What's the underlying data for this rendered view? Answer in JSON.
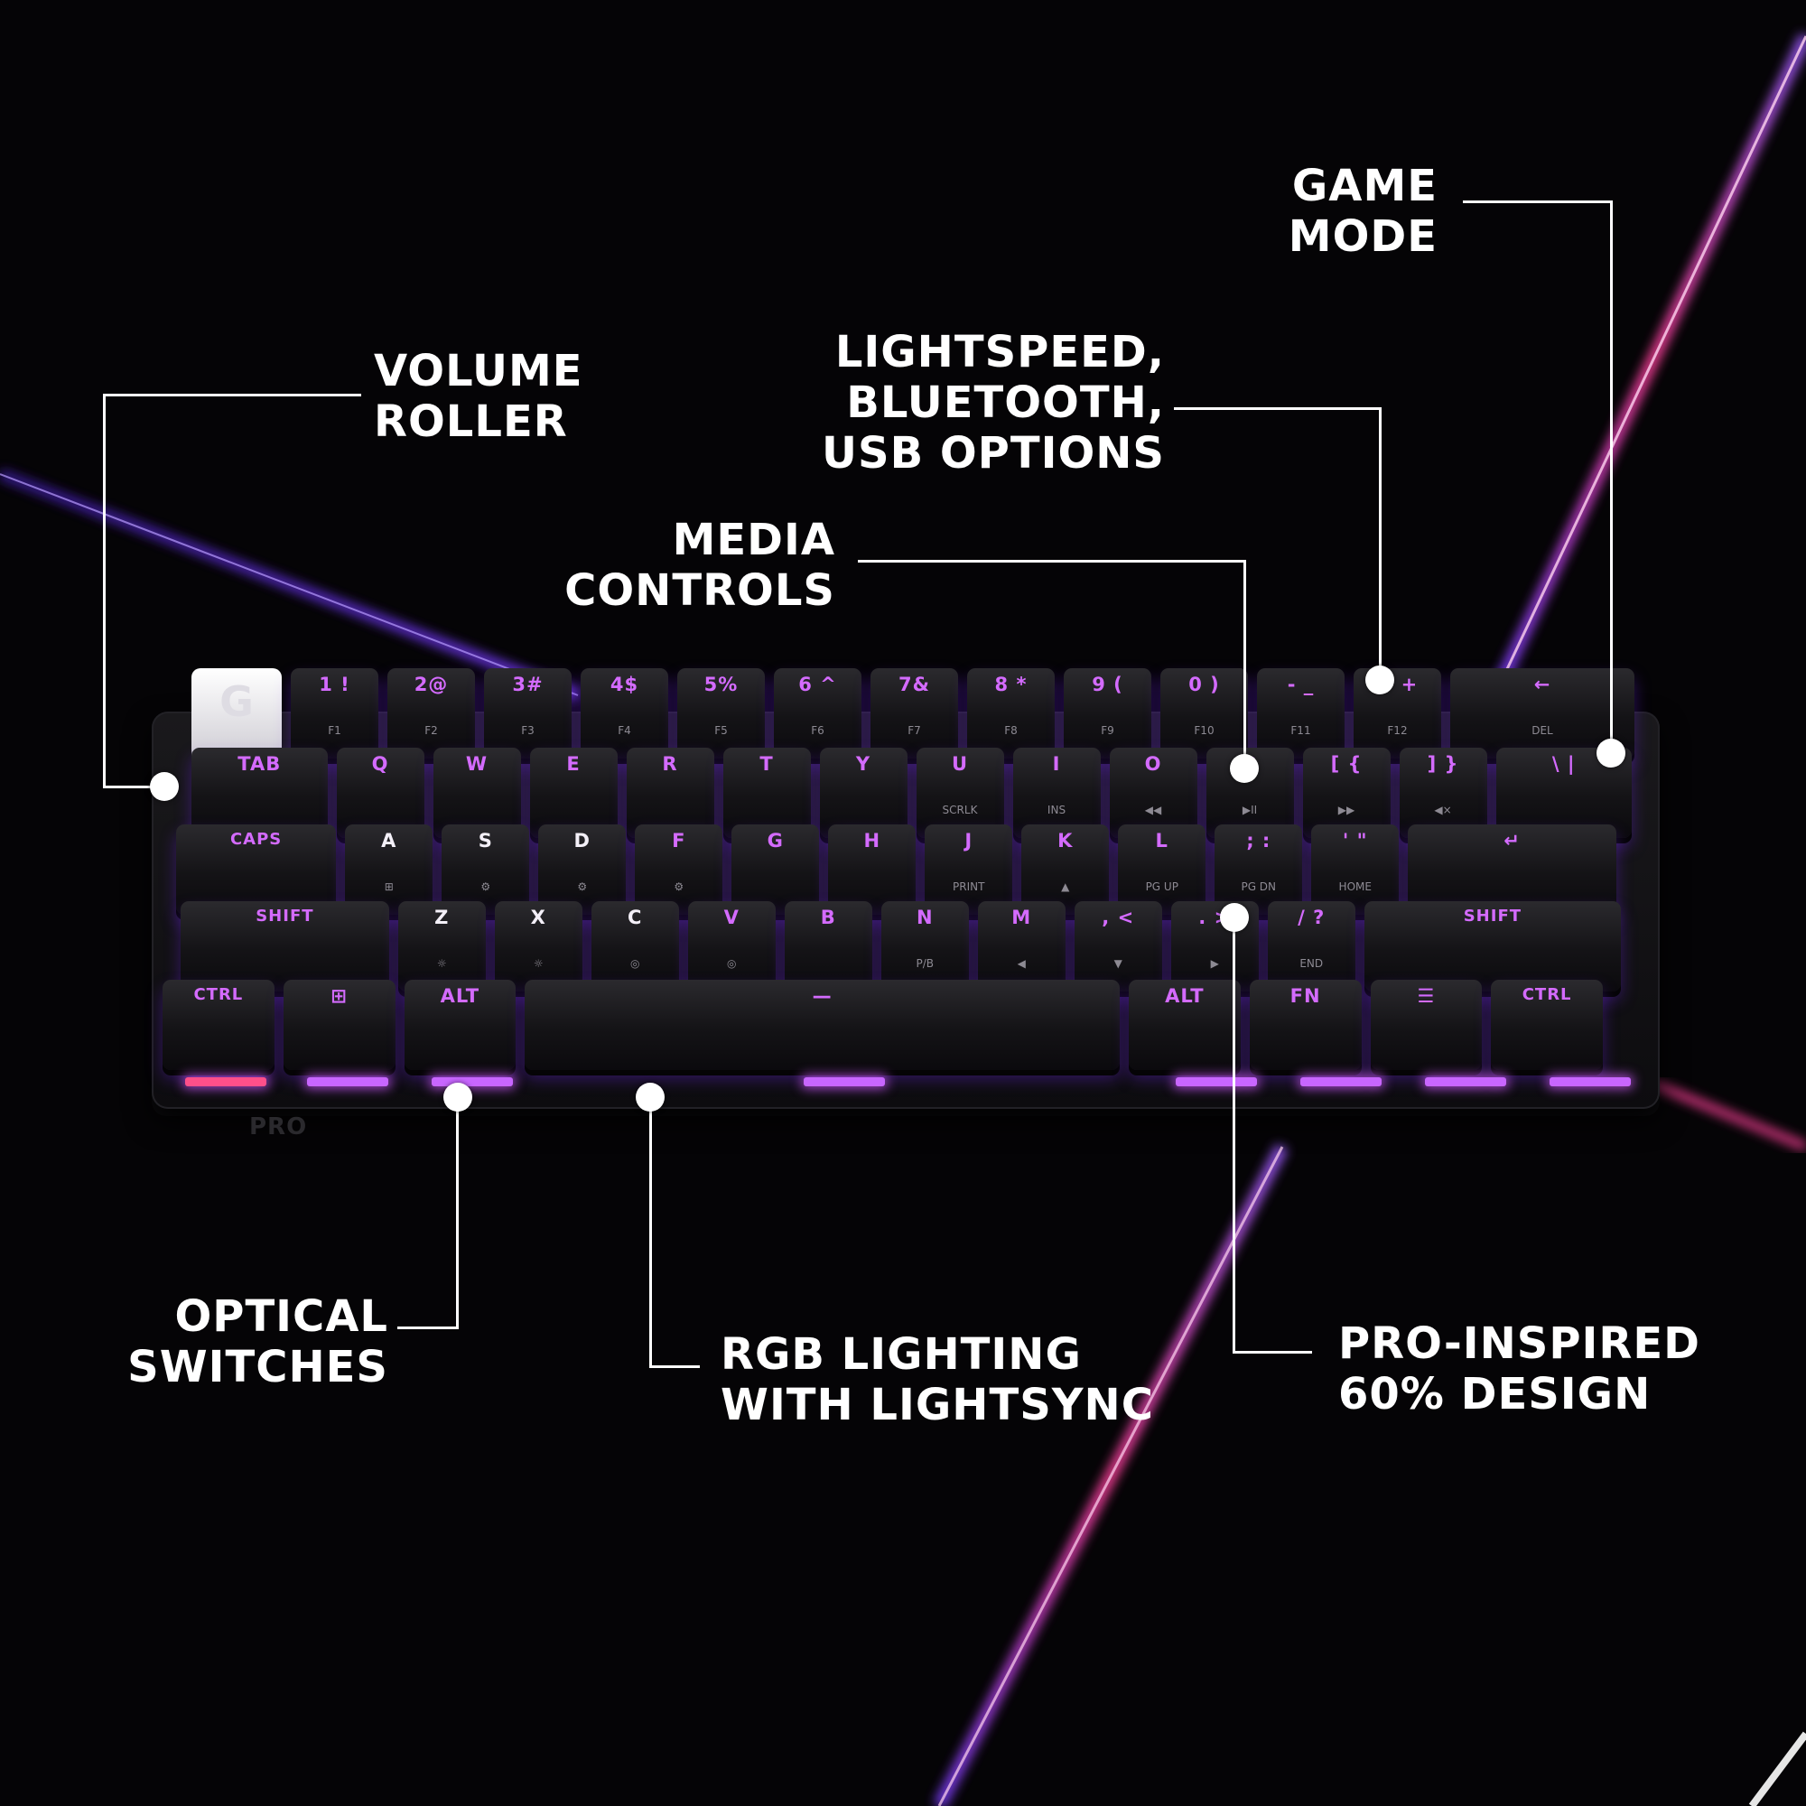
{
  "colors": {
    "background": "#050406",
    "legend_magenta": "#d46bff",
    "accent_purple": "#7a3cff",
    "accent_pink": "#ff3f9a",
    "callout": "#ffffff"
  },
  "callouts": {
    "game_mode": [
      "GAME",
      "MODE"
    ],
    "connectivity": [
      "LIGHTSPEED,",
      "BLUETOOTH,",
      "USB OPTIONS"
    ],
    "volume_roller": [
      "VOLUME",
      "ROLLER"
    ],
    "media_controls": [
      "MEDIA",
      "CONTROLS"
    ],
    "optical_switches": [
      "OPTICAL",
      "SWITCHES"
    ],
    "rgb_lighting": [
      "RGB LIGHTING",
      "WITH LIGHTSYNC"
    ],
    "pro_design": [
      "PRO-INSPIRED",
      "60% DESIGN"
    ]
  },
  "keyboard": {
    "brand_mark": "PRO",
    "logo_icon": "logitech-g-icon",
    "rows": [
      [
        {
          "l": "1 !",
          "s": "F1"
        },
        {
          "l": "2@",
          "s": "F2"
        },
        {
          "l": "3#",
          "s": "F3"
        },
        {
          "l": "4$",
          "s": "F4"
        },
        {
          "l": "5%",
          "s": "F5"
        },
        {
          "l": "6 ^",
          "s": "F6"
        },
        {
          "l": "7&",
          "s": "F7"
        },
        {
          "l": "8 *",
          "s": "F8"
        },
        {
          "l": "9 (",
          "s": "F9"
        },
        {
          "l": "0 )",
          "s": "F10"
        },
        {
          "l": "- _",
          "s": "F11"
        },
        {
          "l": "= +",
          "s": "F12"
        },
        {
          "l": "←",
          "s": "DEL"
        }
      ],
      [
        {
          "l": "TAB",
          "s": ""
        },
        {
          "l": "Q",
          "s": ""
        },
        {
          "l": "W",
          "s": ""
        },
        {
          "l": "E",
          "s": ""
        },
        {
          "l": "R",
          "s": ""
        },
        {
          "l": "T",
          "s": ""
        },
        {
          "l": "Y",
          "s": ""
        },
        {
          "l": "U",
          "s": "SCRLK"
        },
        {
          "l": "I",
          "s": "INS"
        },
        {
          "l": "O",
          "s": "◀◀"
        },
        {
          "l": "P",
          "s": "▶II"
        },
        {
          "l": "[ {",
          "s": "▶▶"
        },
        {
          "l": "] }",
          "s": "◀×"
        },
        {
          "l": "\\ |",
          "s": ""
        }
      ],
      [
        {
          "l": "CAPS",
          "s": ""
        },
        {
          "l": "A",
          "s": "⊞"
        },
        {
          "l": "S",
          "s": "⚙"
        },
        {
          "l": "D",
          "s": "⚙"
        },
        {
          "l": "F",
          "s": "⚙"
        },
        {
          "l": "G",
          "s": ""
        },
        {
          "l": "H",
          "s": ""
        },
        {
          "l": "J",
          "s": "PRINT"
        },
        {
          "l": "K",
          "s": "▲"
        },
        {
          "l": "L",
          "s": "PG UP"
        },
        {
          "l": "; :",
          "s": "PG DN"
        },
        {
          "l": "' \"",
          "s": "HOME"
        },
        {
          "l": "↵",
          "s": ""
        }
      ],
      [
        {
          "l": "SHIFT",
          "s": ""
        },
        {
          "l": "Z",
          "s": "☼"
        },
        {
          "l": "X",
          "s": "☼"
        },
        {
          "l": "C",
          "s": "◎"
        },
        {
          "l": "V",
          "s": "◎"
        },
        {
          "l": "B",
          "s": ""
        },
        {
          "l": "N",
          "s": "P/B"
        },
        {
          "l": "M",
          "s": "◀"
        },
        {
          "l": ", <",
          "s": "▼"
        },
        {
          "l": ". >",
          "s": "▶"
        },
        {
          "l": "/ ?",
          "s": "END"
        },
        {
          "l": "SHIFT",
          "s": ""
        }
      ],
      [
        {
          "l": "CTRL",
          "s": ""
        },
        {
          "l": "⊞",
          "s": ""
        },
        {
          "l": "ALT",
          "s": ""
        },
        {
          "l": "—",
          "s": ""
        },
        {
          "l": "ALT",
          "s": ""
        },
        {
          "l": "FN",
          "s": ""
        },
        {
          "l": "☰",
          "s": ""
        },
        {
          "l": "CTRL",
          "s": ""
        }
      ]
    ]
  }
}
